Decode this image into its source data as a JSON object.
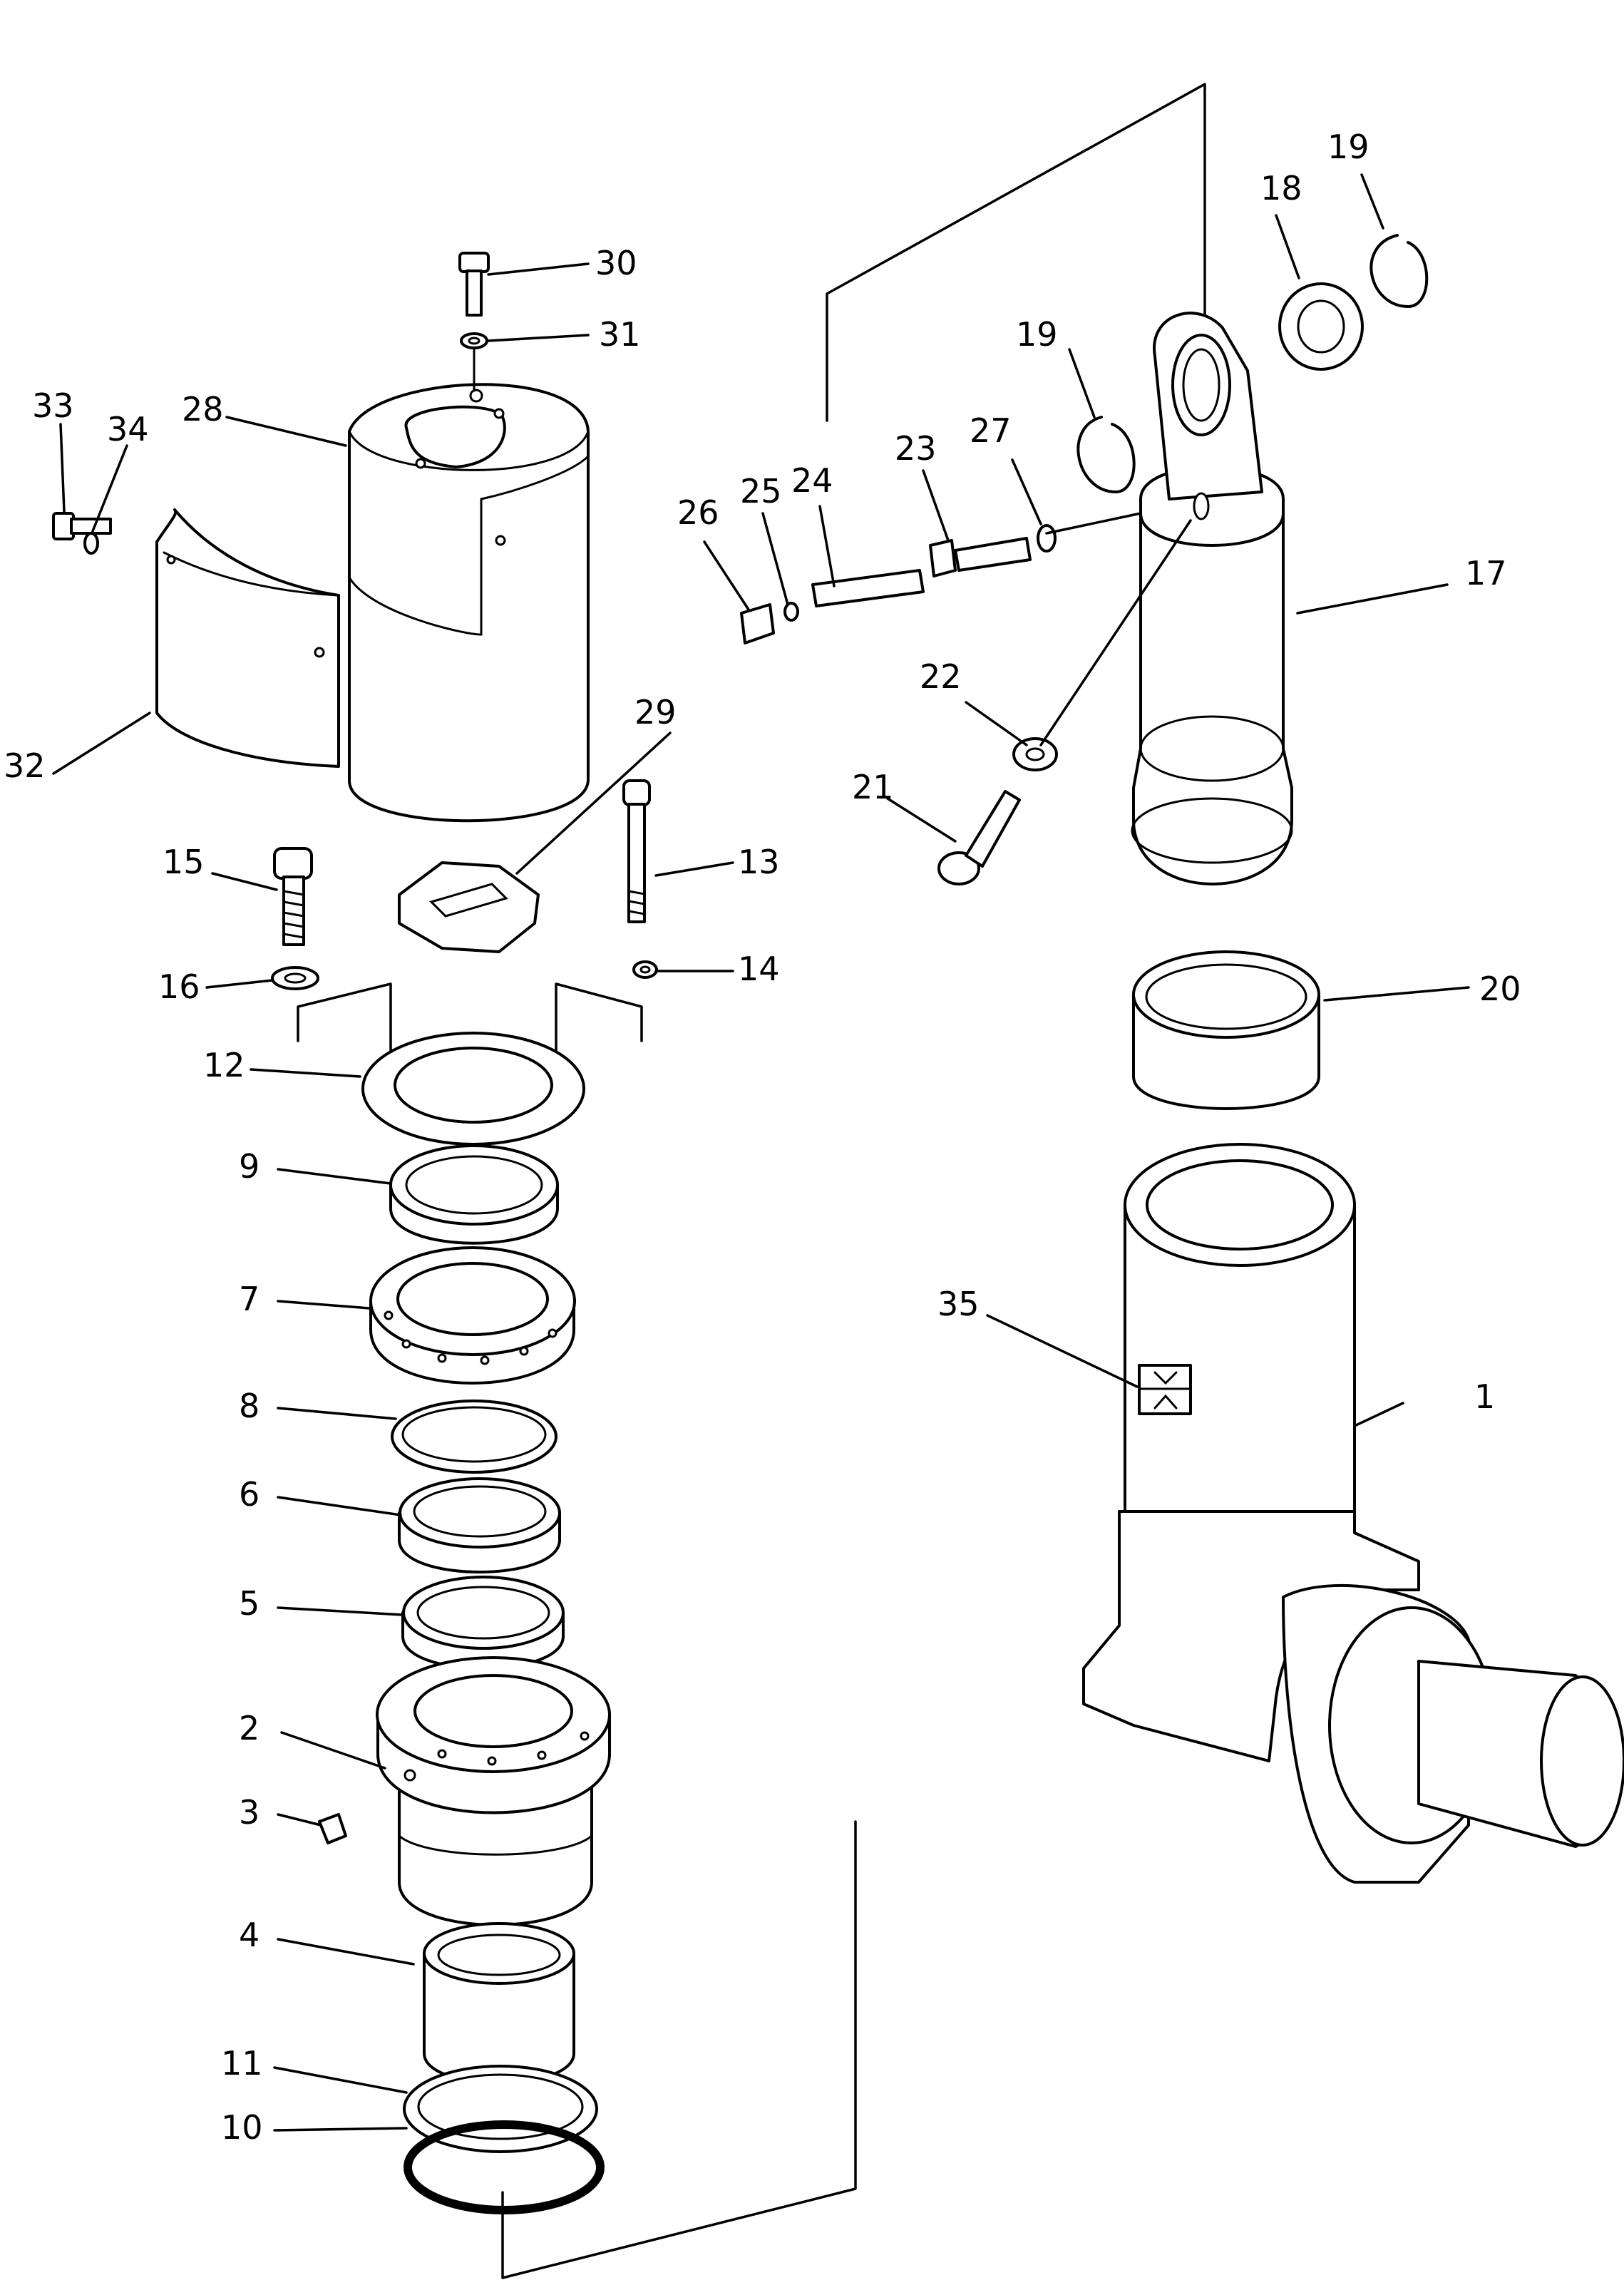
{
  "diagram": {
    "type": "exploded-parts-diagram",
    "callouts": [
      {
        "id": "c1",
        "label": "1"
      },
      {
        "id": "c2",
        "label": "2"
      },
      {
        "id": "c3",
        "label": "3"
      },
      {
        "id": "c4",
        "label": "4"
      },
      {
        "id": "c5",
        "label": "5"
      },
      {
        "id": "c6",
        "label": "6"
      },
      {
        "id": "c7",
        "label": "7"
      },
      {
        "id": "c8",
        "label": "8"
      },
      {
        "id": "c9",
        "label": "9"
      },
      {
        "id": "c10",
        "label": "10"
      },
      {
        "id": "c11",
        "label": "11"
      },
      {
        "id": "c12",
        "label": "12"
      },
      {
        "id": "c13",
        "label": "13"
      },
      {
        "id": "c14",
        "label": "14"
      },
      {
        "id": "c15",
        "label": "15"
      },
      {
        "id": "c16",
        "label": "16"
      },
      {
        "id": "c17",
        "label": "17"
      },
      {
        "id": "c18",
        "label": "18"
      },
      {
        "id": "c19a",
        "label": "19"
      },
      {
        "id": "c19b",
        "label": "19"
      },
      {
        "id": "c20",
        "label": "20"
      },
      {
        "id": "c21",
        "label": "21"
      },
      {
        "id": "c22",
        "label": "22"
      },
      {
        "id": "c23",
        "label": "23"
      },
      {
        "id": "c24",
        "label": "24"
      },
      {
        "id": "c25",
        "label": "25"
      },
      {
        "id": "c26",
        "label": "26"
      },
      {
        "id": "c27",
        "label": "27"
      },
      {
        "id": "c28",
        "label": "28"
      },
      {
        "id": "c29",
        "label": "29"
      },
      {
        "id": "c30",
        "label": "30"
      },
      {
        "id": "c31",
        "label": "31"
      },
      {
        "id": "c32",
        "label": "32"
      },
      {
        "id": "c33",
        "label": "33"
      },
      {
        "id": "c34",
        "label": "34"
      },
      {
        "id": "c35",
        "label": "35"
      }
    ]
  }
}
